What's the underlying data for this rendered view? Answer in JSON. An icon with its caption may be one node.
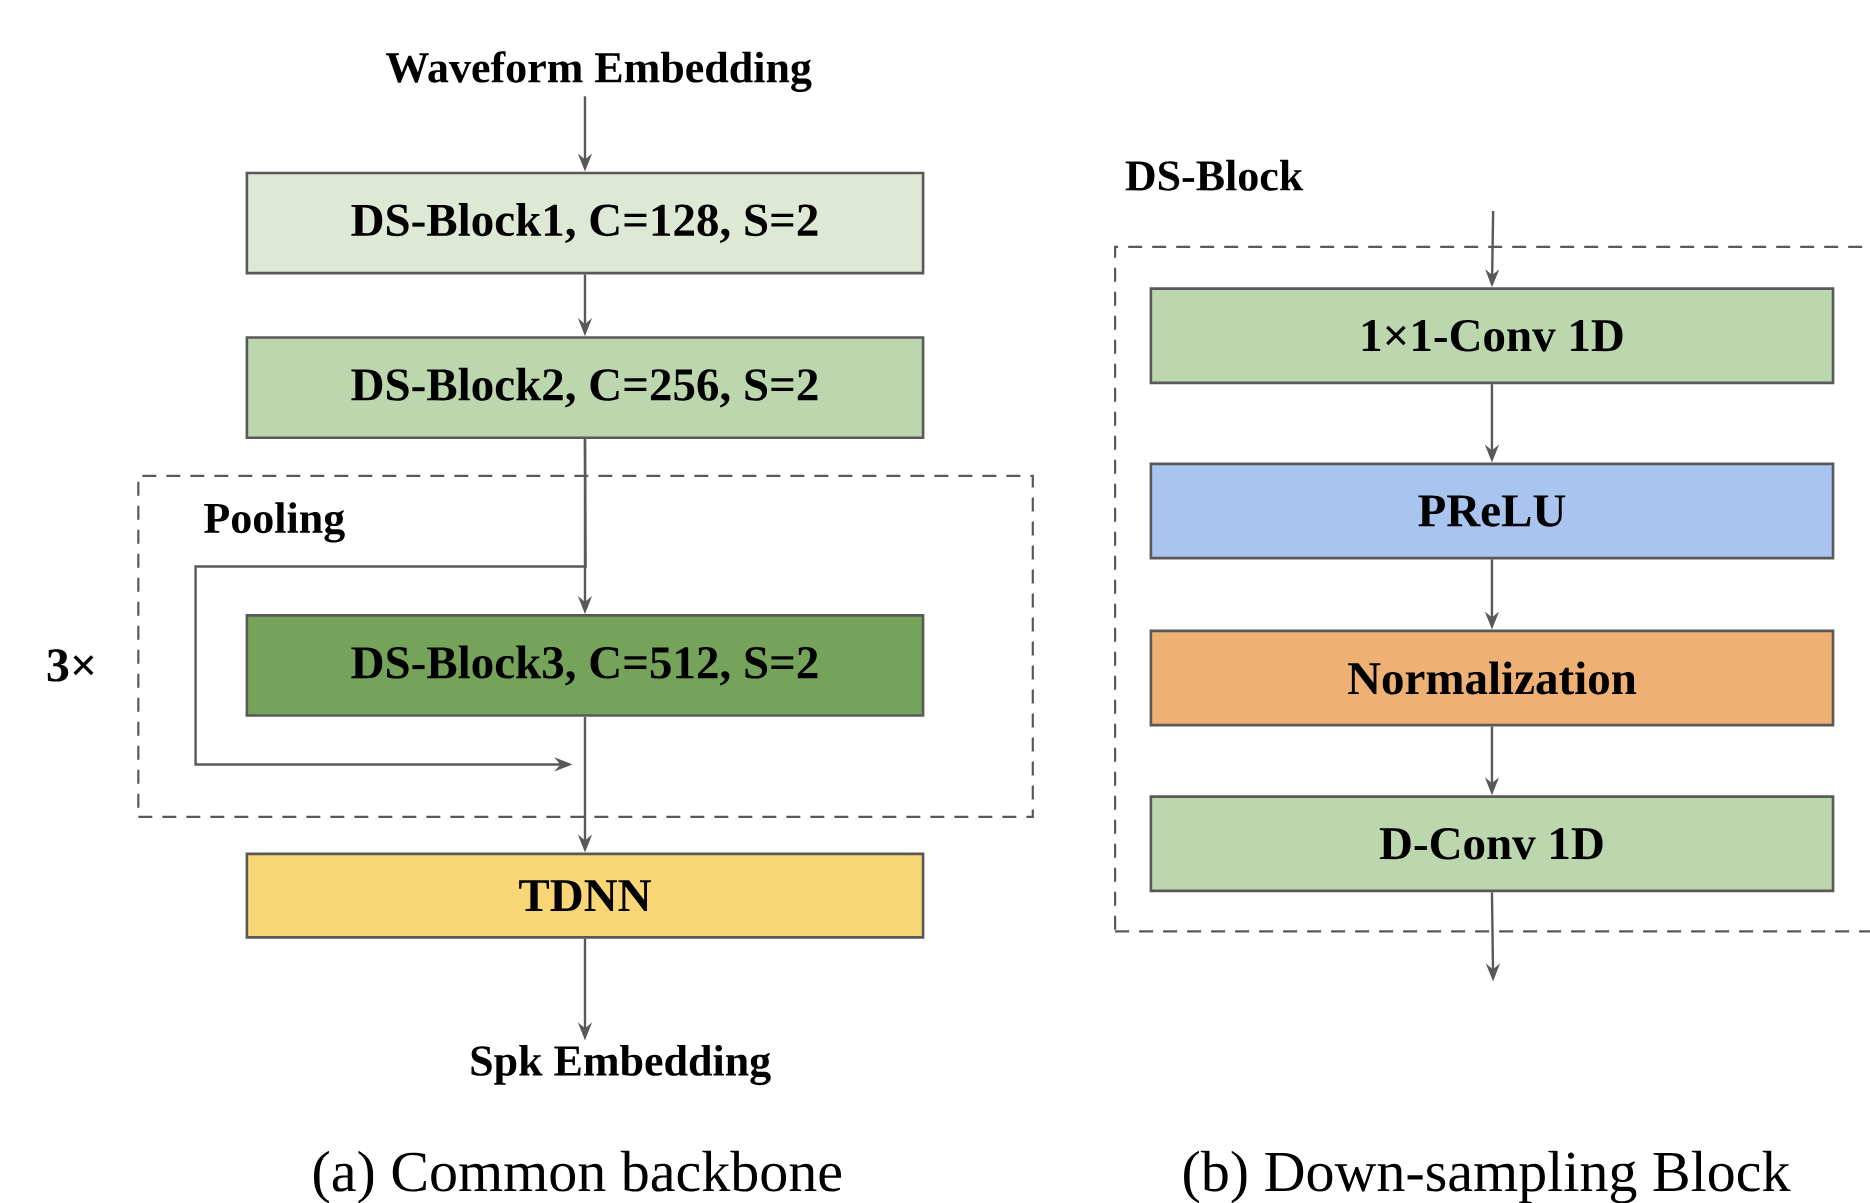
{
  "diagram": {
    "nodes": [
      {
        "text": [
          "Waveform Embedding"
        ]
      },
      {
        "text": [
          "DS-Block1, C=128, S=2"
        ]
      },
      {
        "text": [
          "DS-Block2, C=256, S=2"
        ]
      },
      {
        "text": [
          "Pooling"
        ],
        "beside": [
          "3×"
        ]
      },
      {
        "text": [
          "DS-Block3, C=512, S=2"
        ],
        "in": 3
      },
      {
        "text": [
          "TDNN"
        ]
      },
      {
        "text": [
          "Spk Embedding"
        ]
      },
      {
        "text": [
          "DS-Block"
        ]
      },
      {
        "text": [
          "1×1-Conv 1D"
        ],
        "in": 7
      },
      {
        "text": [
          "PReLU"
        ],
        "in": 7
      },
      {
        "text": [
          "Normalization"
        ],
        "in": 7
      },
      {
        "text": [
          "D-Conv 1D"
        ],
        "in": 7
      }
    ],
    "edges": [
      {
        "from": 0,
        "to": 1,
        "arrow": "to"
      },
      {
        "from": 1,
        "to": 2,
        "arrow": "to"
      },
      {
        "from": 2,
        "to": 4,
        "arrow": "to"
      },
      {
        "from": 2,
        "to": null,
        "arrow": "to"
      },
      {
        "from": 4,
        "to": 5,
        "arrow": "to"
      },
      {
        "from": 5,
        "to": 6,
        "arrow": "to"
      },
      {
        "from": null,
        "to": 8,
        "arrow": "to"
      },
      {
        "from": 8,
        "to": 9,
        "arrow": "to"
      },
      {
        "from": 9,
        "to": 10,
        "arrow": "to"
      },
      {
        "from": 10,
        "to": 11,
        "arrow": "to"
      },
      {
        "from": 11,
        "to": null,
        "arrow": "to"
      }
    ],
    "labels": [
      "(a) Common backbone",
      "(b) Down-sampling Block"
    ]
  }
}
